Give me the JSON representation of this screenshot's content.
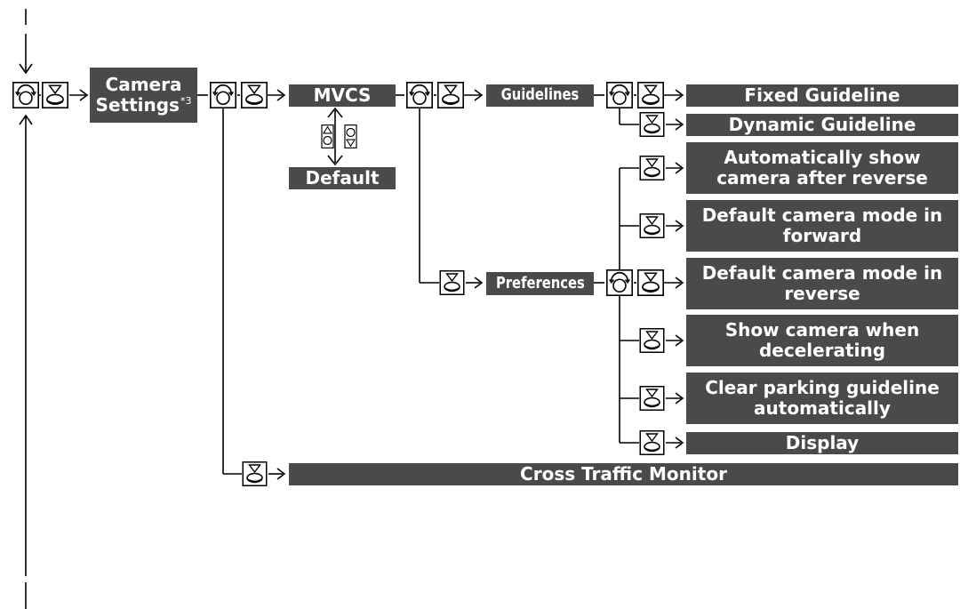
{
  "main": {
    "camera_settings_line1": "Camera",
    "camera_settings_line2": "Settings",
    "camera_settings_footnote": "*3",
    "mvcs": "MVCS",
    "default": "Default",
    "guidelines": "Guidelines",
    "preferences": "Preferences",
    "cross_traffic_monitor": "Cross Traffic Monitor"
  },
  "guidelines_items": [
    "Fixed Guideline",
    "Dynamic Guideline"
  ],
  "preferences_items": [
    {
      "line1": "Automatically show",
      "line2": "camera after reverse"
    },
    {
      "line1": "Default camera mode in",
      "line2": "forward"
    },
    {
      "line1": "Default camera mode in",
      "line2": "reverse"
    },
    {
      "line1": "Show camera when",
      "line2": "decelerating"
    },
    {
      "line1": "Clear parking guideline",
      "line2": "automatically"
    },
    {
      "line1": "Display",
      "line2": ""
    }
  ],
  "icons": {
    "rotate": "rotate-knob-icon",
    "press": "press-knob-icon",
    "move_up": "move-up-icon",
    "move_down": "move-down-icon"
  },
  "colors": {
    "box_fill": "#4a4a4a",
    "box_text": "#ffffff",
    "line": "#000000"
  }
}
